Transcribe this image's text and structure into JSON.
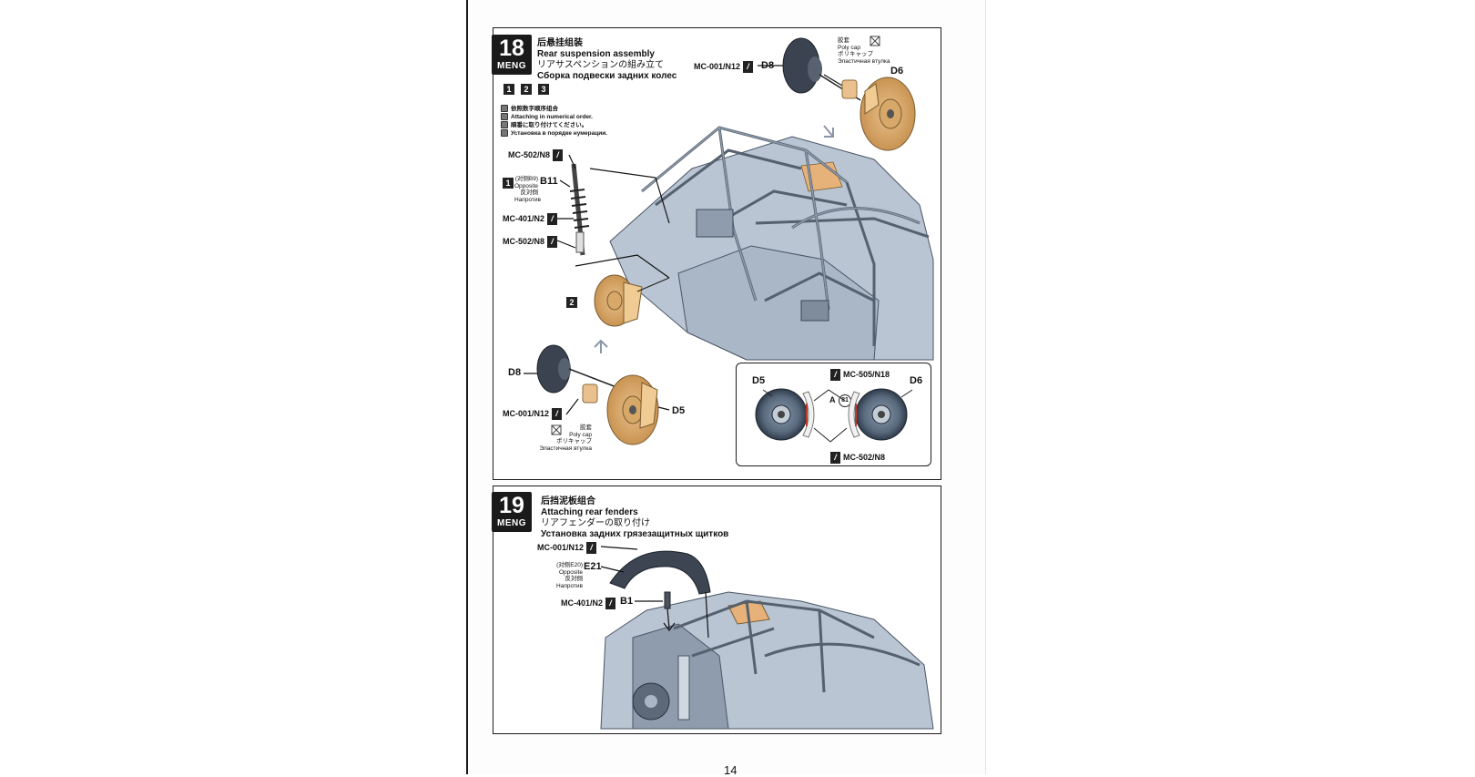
{
  "page_number": "14",
  "step18": {
    "number": "18",
    "brand": "MENG",
    "title_cn": "后悬挂组装",
    "title_en": "Rear suspension assembly",
    "title_jp": "リアサスペンションの組み立て",
    "title_ru": "Сборка подвески задних колес",
    "sequence": [
      "1",
      "2",
      "3"
    ],
    "instructions": [
      "依照数字顺序组合",
      "Attaching in numerical order.",
      "順番に取り付けてください。",
      "Установка в порядке нумерации."
    ],
    "mc502_top": "MC-502/N8",
    "b11_index": "1",
    "b11_note_cn": "(对侧B9)",
    "b11_note_en": "Opposite",
    "b11_note_jp": "反対側",
    "b11_note_ru": "Напротив",
    "b11": "B11",
    "mc401": "MC-401/N2",
    "mc502_mid": "MC-502/N8",
    "step2_index": "2",
    "top_mc001": "MC-001/N12",
    "top_d8": "D8",
    "top_polycap_cn": "胶套",
    "top_polycap_en": "Poly cap",
    "top_polycap_jp": "ポリキャップ",
    "top_polycap_ru": "Эластичная втулка",
    "top_d6": "D6",
    "low_d8": "D8",
    "low_mc001": "MC-001/N12",
    "low_d5": "D5",
    "low_polycap_cn": "胶套",
    "low_polycap_en": "Poly cap",
    "low_polycap_jp": "ポリキャップ",
    "low_polycap_ru": "Эластичная втулка",
    "detail": {
      "d5": "D5",
      "d6": "D6",
      "mc505": "MC-505/N18",
      "mc502": "MC-502/N8",
      "a": "A",
      "a_num": "81"
    }
  },
  "step19": {
    "number": "19",
    "brand": "MENG",
    "title_cn": "后挡泥板组合",
    "title_en": "Attaching rear fenders",
    "title_jp": "リアフェンダーの取り付け",
    "title_ru": "Установка задних грязезащитных щитков",
    "mc001": "MC-001/N12",
    "e21_note_cn": "(对侧E20)",
    "e21_note_en": "Opposite",
    "e21_note_jp": "反対側",
    "e21_note_ru": "Напротив",
    "e21": "E21",
    "mc401": "MC-401/N2",
    "b1": "B1"
  }
}
